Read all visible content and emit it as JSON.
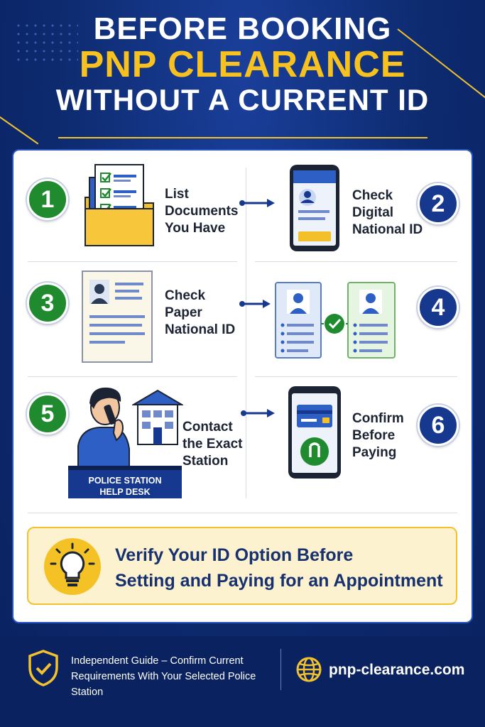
{
  "header": {
    "line1": "BEFORE BOOKING",
    "line2": "PNP CLEARANCE",
    "line3": "WITHOUT A CURRENT ID"
  },
  "steps": [
    {
      "number": "1",
      "label": "List\nDocuments\nYou Have"
    },
    {
      "number": "2",
      "label": "Check\nDigital\nNational ID"
    },
    {
      "number": "3",
      "label": "Check\nPaper\nNational ID"
    },
    {
      "number": "4",
      "label": ""
    },
    {
      "number": "5",
      "label": "Contact\nthe Exact\nStation"
    },
    {
      "number": "6",
      "label": "Confirm\nBefore\nPaying"
    }
  ],
  "help_desk_sign": {
    "line1": "POLICE STATION",
    "line2": "HELP DESK"
  },
  "tip": {
    "text": "Verify Your ID Option Before\nSetting and Paying for an Appointment"
  },
  "footer": {
    "note": "Independent Guide – Confirm Current Requirements With Your Selected Police Station",
    "url": "pnp-clearance.com"
  },
  "colors": {
    "navy": "#0d2a6e",
    "gold": "#f7c21f",
    "green": "#1f8a2e",
    "blue": "#17388f"
  },
  "icons": [
    "folder-checklist-icon",
    "phone-id-icon",
    "paper-id-icon",
    "id-cards-check-icon",
    "caller-icon",
    "building-icon",
    "phone-payment-icon",
    "lightbulb-icon",
    "shield-check-icon",
    "globe-icon"
  ]
}
